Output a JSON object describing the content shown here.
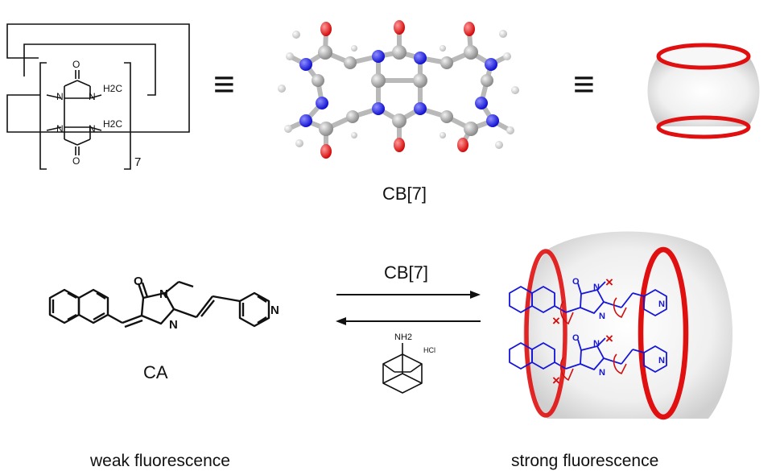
{
  "cb7_structure": {
    "label": "CB[7]",
    "atoms": {
      "oxygen": "O",
      "nitrogen": "N",
      "methylene": "H2C"
    },
    "repeat_subscript": "7",
    "equivalence_symbol": "≡"
  },
  "equilibrium": {
    "forward_reagent": "CB[7]",
    "reverse_reagent": {
      "amine": "NH2",
      "salt": "HCl"
    }
  },
  "guest": {
    "label": "CA",
    "atoms": {
      "oxygen": "O",
      "nitrogen": "N"
    }
  },
  "complex_atoms": {
    "oxygen": "O",
    "nitrogen": "N",
    "blocked_mark": "×"
  },
  "captions": {
    "left": "weak fluorescence",
    "right": "strong fluorescence"
  },
  "colors": {
    "line": "#111111",
    "oxygen": "#e31818",
    "nitrogen": "#1a1aff",
    "carbon": "#9a9a9a",
    "hydrogen": "#e6e6e6",
    "ring": "#e01010",
    "complex_guest": "#1515d8",
    "rotation_marks": "#d01010"
  }
}
